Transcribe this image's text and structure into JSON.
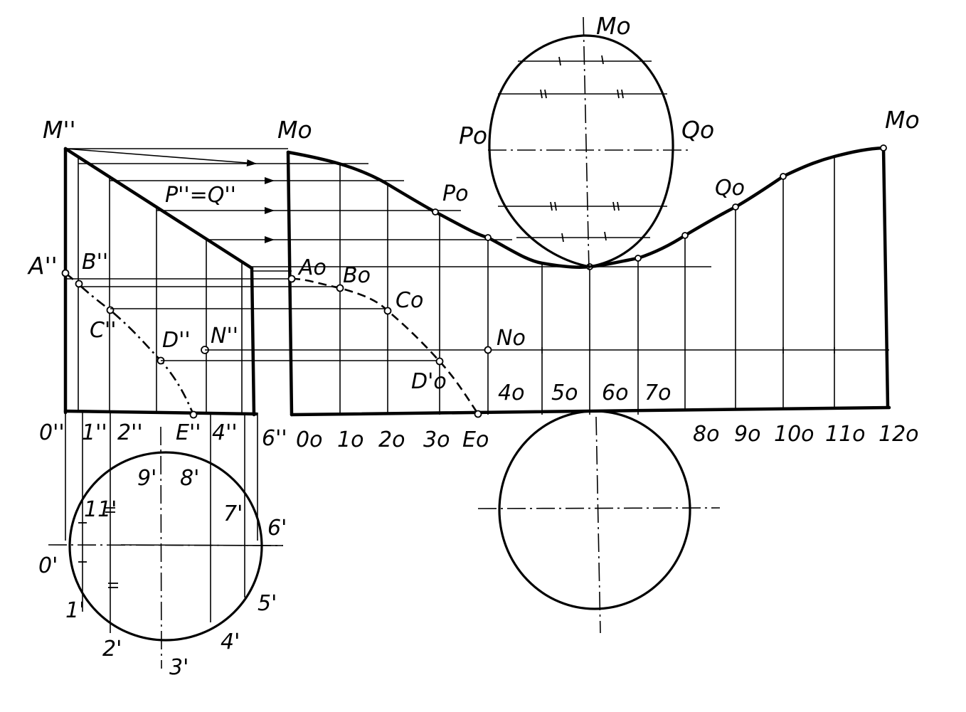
{
  "labels": {
    "m2": "M''",
    "m0a": "Mo",
    "m0b": "Mo",
    "m0c": "Mo",
    "p0a": "Po",
    "q0a": "Qo",
    "p0b": "Po",
    "q0b": "Qo",
    "pq2": "P''=Q''",
    "a2": "A''",
    "b2": "B''",
    "c2": "C''",
    "d2": "D''",
    "n2": "N''",
    "a0": "Ao",
    "b0": "Bo",
    "c0": "Co",
    "n0": "No",
    "d0": "D'o",
    "x0_2": "0''",
    "x1_2": "1''",
    "x2_2": "2''",
    "e2": "E''",
    "x4_2": "4''",
    "x6_2": "6''",
    "s0": "0o",
    "s1": "1o",
    "s2": "2o",
    "s3": "3o",
    "e0": "Eo",
    "s4": "4o",
    "s5": "5o",
    "s6": "6o",
    "s7": "7o",
    "s8": "8o",
    "s9": "9o",
    "s10": "10o",
    "s11": "11o",
    "s12": "12o",
    "h9": "9'",
    "h8": "8'",
    "h11": "11'",
    "h7": "7'",
    "h6": "6'",
    "h0": "0'",
    "h1": "1'",
    "h5": "5'",
    "h2": "2'",
    "h3": "3'",
    "h4": "4'"
  }
}
